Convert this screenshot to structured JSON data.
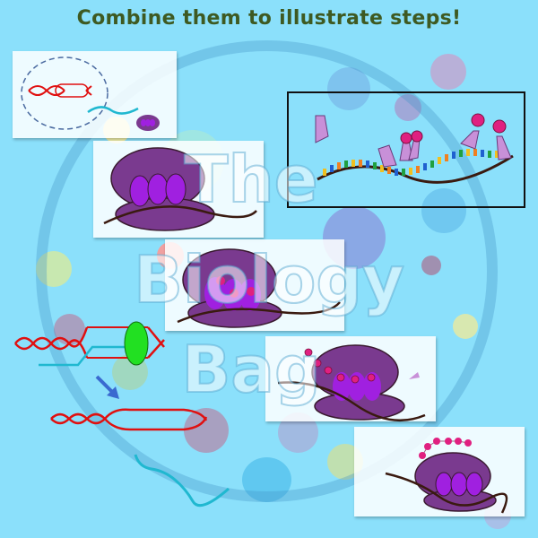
{
  "header": {
    "title": "Combine them to illustrate steps!"
  },
  "watermark": {
    "line1": "The",
    "line2": "Biology",
    "line3": "Bag"
  },
  "colors": {
    "background": "#8be0fb",
    "title": "#3e5a22",
    "ribosome": "#7a3a8f",
    "ribosome_site": "#a020e0",
    "dna_strand": "#e01010",
    "mrna_strand": "#20b8d0",
    "rna_polymerase": "#22e022",
    "trna": "#c890d8",
    "amino_acid": "#e02080",
    "arrow": "#3a6ad0"
  },
  "panels": [
    {
      "id": "overview",
      "description": "cell nucleus with DNA, mRNA and ribosome"
    },
    {
      "id": "trna-pool",
      "description": "mRNA with tRNAs approaching"
    },
    {
      "id": "ribosome-binding",
      "description": "ribosome bound to mRNA"
    },
    {
      "id": "trna-entering",
      "description": "tRNAs entering ribosome sites"
    },
    {
      "id": "elongation",
      "description": "polypeptide chain forming"
    },
    {
      "id": "termination",
      "description": "ribosome releasing polypeptide"
    },
    {
      "id": "transcription",
      "description": "RNA polymerase transcribing DNA"
    },
    {
      "id": "transcription-result",
      "description": "DNA reforming and released mRNA"
    }
  ]
}
